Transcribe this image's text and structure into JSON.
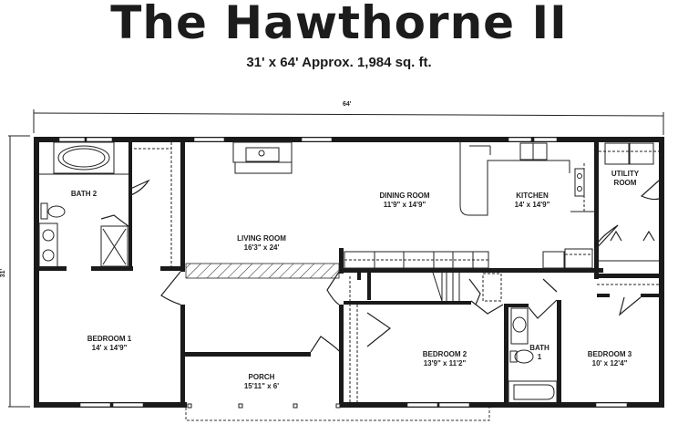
{
  "header": {
    "title": "The Hawthorne II",
    "subtitle": "31' x 64'   Approx. 1,984 sq. ft."
  },
  "dimensions": {
    "width": "64'",
    "depth": "31'"
  },
  "rooms": {
    "bath2": {
      "name": "BATH 2"
    },
    "living": {
      "name": "LIVING ROOM",
      "size": "16'3\" x 24'"
    },
    "dining": {
      "name": "DINING ROOM",
      "size": "11'9\" x 14'9\""
    },
    "kitchen": {
      "name": "KITCHEN",
      "size": "14' x 14'9\""
    },
    "utility": {
      "name": "UTILITY",
      "name2": "ROOM"
    },
    "bedroom1": {
      "name": "BEDROOM 1",
      "size": "14' x 14'9\""
    },
    "porch": {
      "name": "PORCH",
      "size": "15'11\" x 6'"
    },
    "bedroom2": {
      "name": "BEDROOM 2",
      "size": "13'9\" x 11'2\""
    },
    "bath1": {
      "name": "BATH",
      "name2": "1"
    },
    "bedroom3": {
      "name": "BEDROOM 3",
      "size": "10' x 12'4\""
    }
  },
  "colors": {
    "wall": "#1a1a1a",
    "background": "#ffffff"
  }
}
